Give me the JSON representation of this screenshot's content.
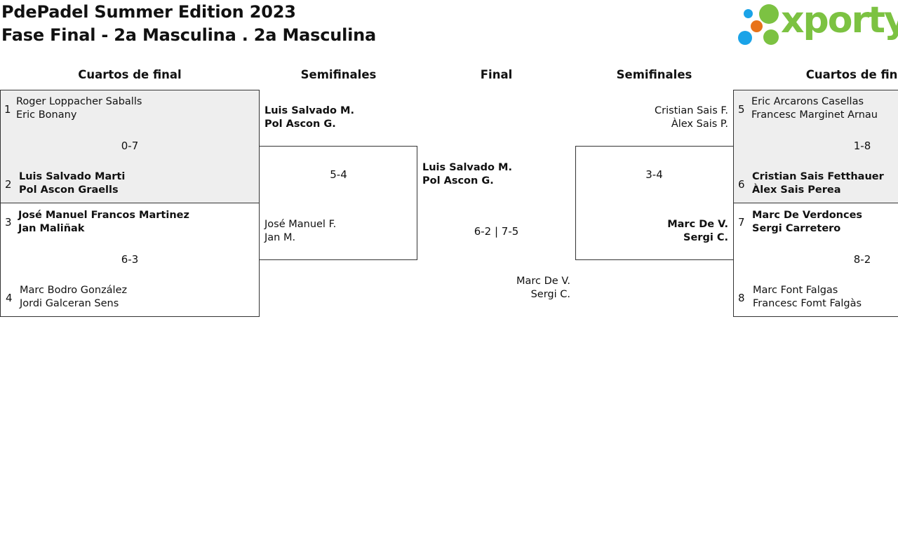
{
  "header": {
    "title_line1": "PdePadel Summer Edition 2023",
    "title_line2": "Fase Final - 2a Masculina . 2a Masculina",
    "logo_text": "xporty",
    "logo_colors": {
      "green": "#7cc242",
      "blue": "#1aa3e8",
      "orange": "#e8731a"
    }
  },
  "rounds": {
    "quarter_left": "Cuartos de final",
    "semi_left": "Semifinales",
    "final": "Final",
    "semi_right": "Semifinales",
    "quarter_right": "Cuartos de final"
  },
  "quarters": [
    {
      "score": "0-7",
      "team_a": {
        "seed": "1",
        "p1": "Roger Loppacher Saballs",
        "p2": "Eric Bonany"
      },
      "team_b": {
        "seed": "2",
        "p1": "Luis Salvado Marti",
        "p2": "Pol Ascon Graells"
      }
    },
    {
      "score": "6-3",
      "team_a": {
        "seed": "3",
        "p1": "José Manuel Francos Martinez",
        "p2": "Jan Maliñak"
      },
      "team_b": {
        "seed": "4",
        "p1": "Marc Bodro González",
        "p2": "Jordi Galceran Sens"
      }
    },
    {
      "score": "1-8",
      "team_a": {
        "seed": "5",
        "p1": "Eric Arcarons Casellas",
        "p2": "Francesc Marginet Arnau"
      },
      "team_b": {
        "seed": "6",
        "p1": "Cristian Sais Fetthauer",
        "p2": "Àlex Sais Perea"
      }
    },
    {
      "score": "8-2",
      "team_a": {
        "seed": "7",
        "p1": "Marc De Verdonces",
        "p2": "Sergi Carretero"
      },
      "team_b": {
        "seed": "8",
        "p1": "Marc Font Falgas",
        "p2": "Francesc Fomt Falgàs"
      }
    }
  ],
  "semis": [
    {
      "score": "5-4",
      "team_a": {
        "p1": "Luis Salvado M.",
        "p2": "Pol Ascon G."
      },
      "team_b": {
        "p1": "José Manuel F.",
        "p2": "Jan M."
      }
    },
    {
      "score": "3-4",
      "team_a": {
        "p1": "Cristian Sais F.",
        "p2": "Àlex Sais P."
      },
      "team_b": {
        "p1": "Marc De V.",
        "p2": "Sergi C."
      }
    }
  ],
  "final": {
    "score": "6-2 | 7-5",
    "team_a": {
      "p1": "Luis Salvado M.",
      "p2": "Pol Ascon G."
    },
    "team_b": {
      "p1": "Marc De V.",
      "p2": "Sergi C."
    }
  }
}
